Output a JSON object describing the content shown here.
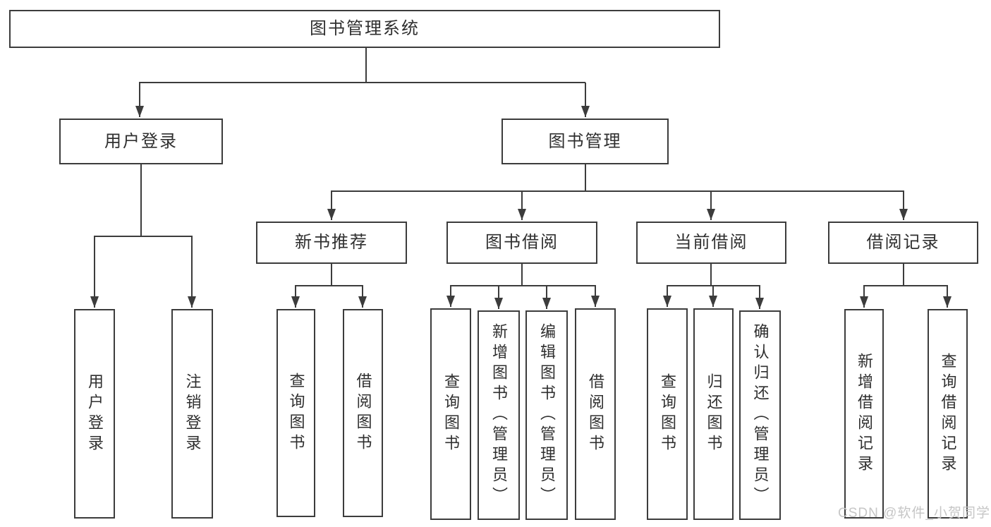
{
  "diagram": {
    "title": "图书管理系统",
    "branches": [
      {
        "label": "用户登录",
        "children": [
          {
            "label": "用户登录"
          },
          {
            "label": "注销登录"
          }
        ]
      },
      {
        "label": "图书管理",
        "children": [
          {
            "label": "新书推荐",
            "children": [
              {
                "label": "查询图书"
              },
              {
                "label": "借阅图书"
              }
            ]
          },
          {
            "label": "图书借阅",
            "children": [
              {
                "label": "查询图书"
              },
              {
                "label": "新增图书（管理员）"
              },
              {
                "label": "编辑图书（管理员）"
              },
              {
                "label": "借阅图书"
              }
            ]
          },
          {
            "label": "当前借阅",
            "children": [
              {
                "label": "查询图书"
              },
              {
                "label": "归还图书"
              },
              {
                "label": "确认归还（管理员）"
              }
            ]
          },
          {
            "label": "借阅记录",
            "children": [
              {
                "label": "新增借阅记录"
              },
              {
                "label": "查询借阅记录"
              }
            ]
          }
        ]
      }
    ]
  },
  "watermark": {
    "text": "CSDN @软件_小贺同学"
  },
  "colors": {
    "line": "#3c3c3c",
    "text": "#2f2f2f",
    "background": "#ffffff",
    "watermark": "#c3c3c3"
  }
}
